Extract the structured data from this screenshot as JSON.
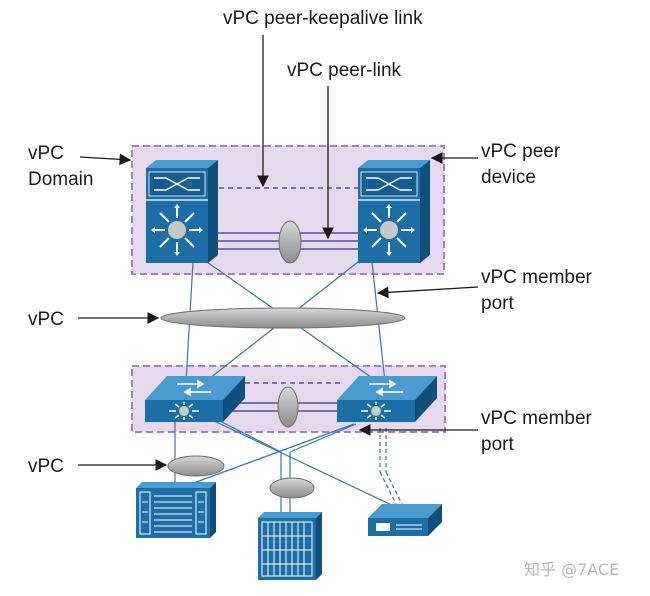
{
  "labels": {
    "keepalive_link": "vPC peer-keepalive link",
    "peer_link": "vPC peer-link",
    "domain_line1": "vPC",
    "domain_line2": "Domain",
    "peer_device_line1": "vPC peer",
    "peer_device_line2": "device",
    "member_port_top_line1": "vPC member",
    "member_port_top_line2": "port",
    "vpc_top": "vPC",
    "member_port_bottom_line1": "vPC member",
    "member_port_bottom_line2": "port",
    "vpc_bottom": "vPC"
  },
  "watermark": "知乎 @7ACE",
  "colors": {
    "device_blue": "#1b6ea6",
    "device_dark": "#0f4f7c",
    "device_light": "#4a9bd0",
    "domain_fill": "#e6d9ee",
    "domain_border": "#a77fc4",
    "link_line": "#2f79b3",
    "peer_link_lines": "#2f3c8a",
    "ellipse_fill": "#b4b4b4"
  },
  "icons": [
    "core-switch-icon",
    "access-switch-icon",
    "blade-server-icon",
    "server-rack-icon",
    "appliance-icon"
  ]
}
